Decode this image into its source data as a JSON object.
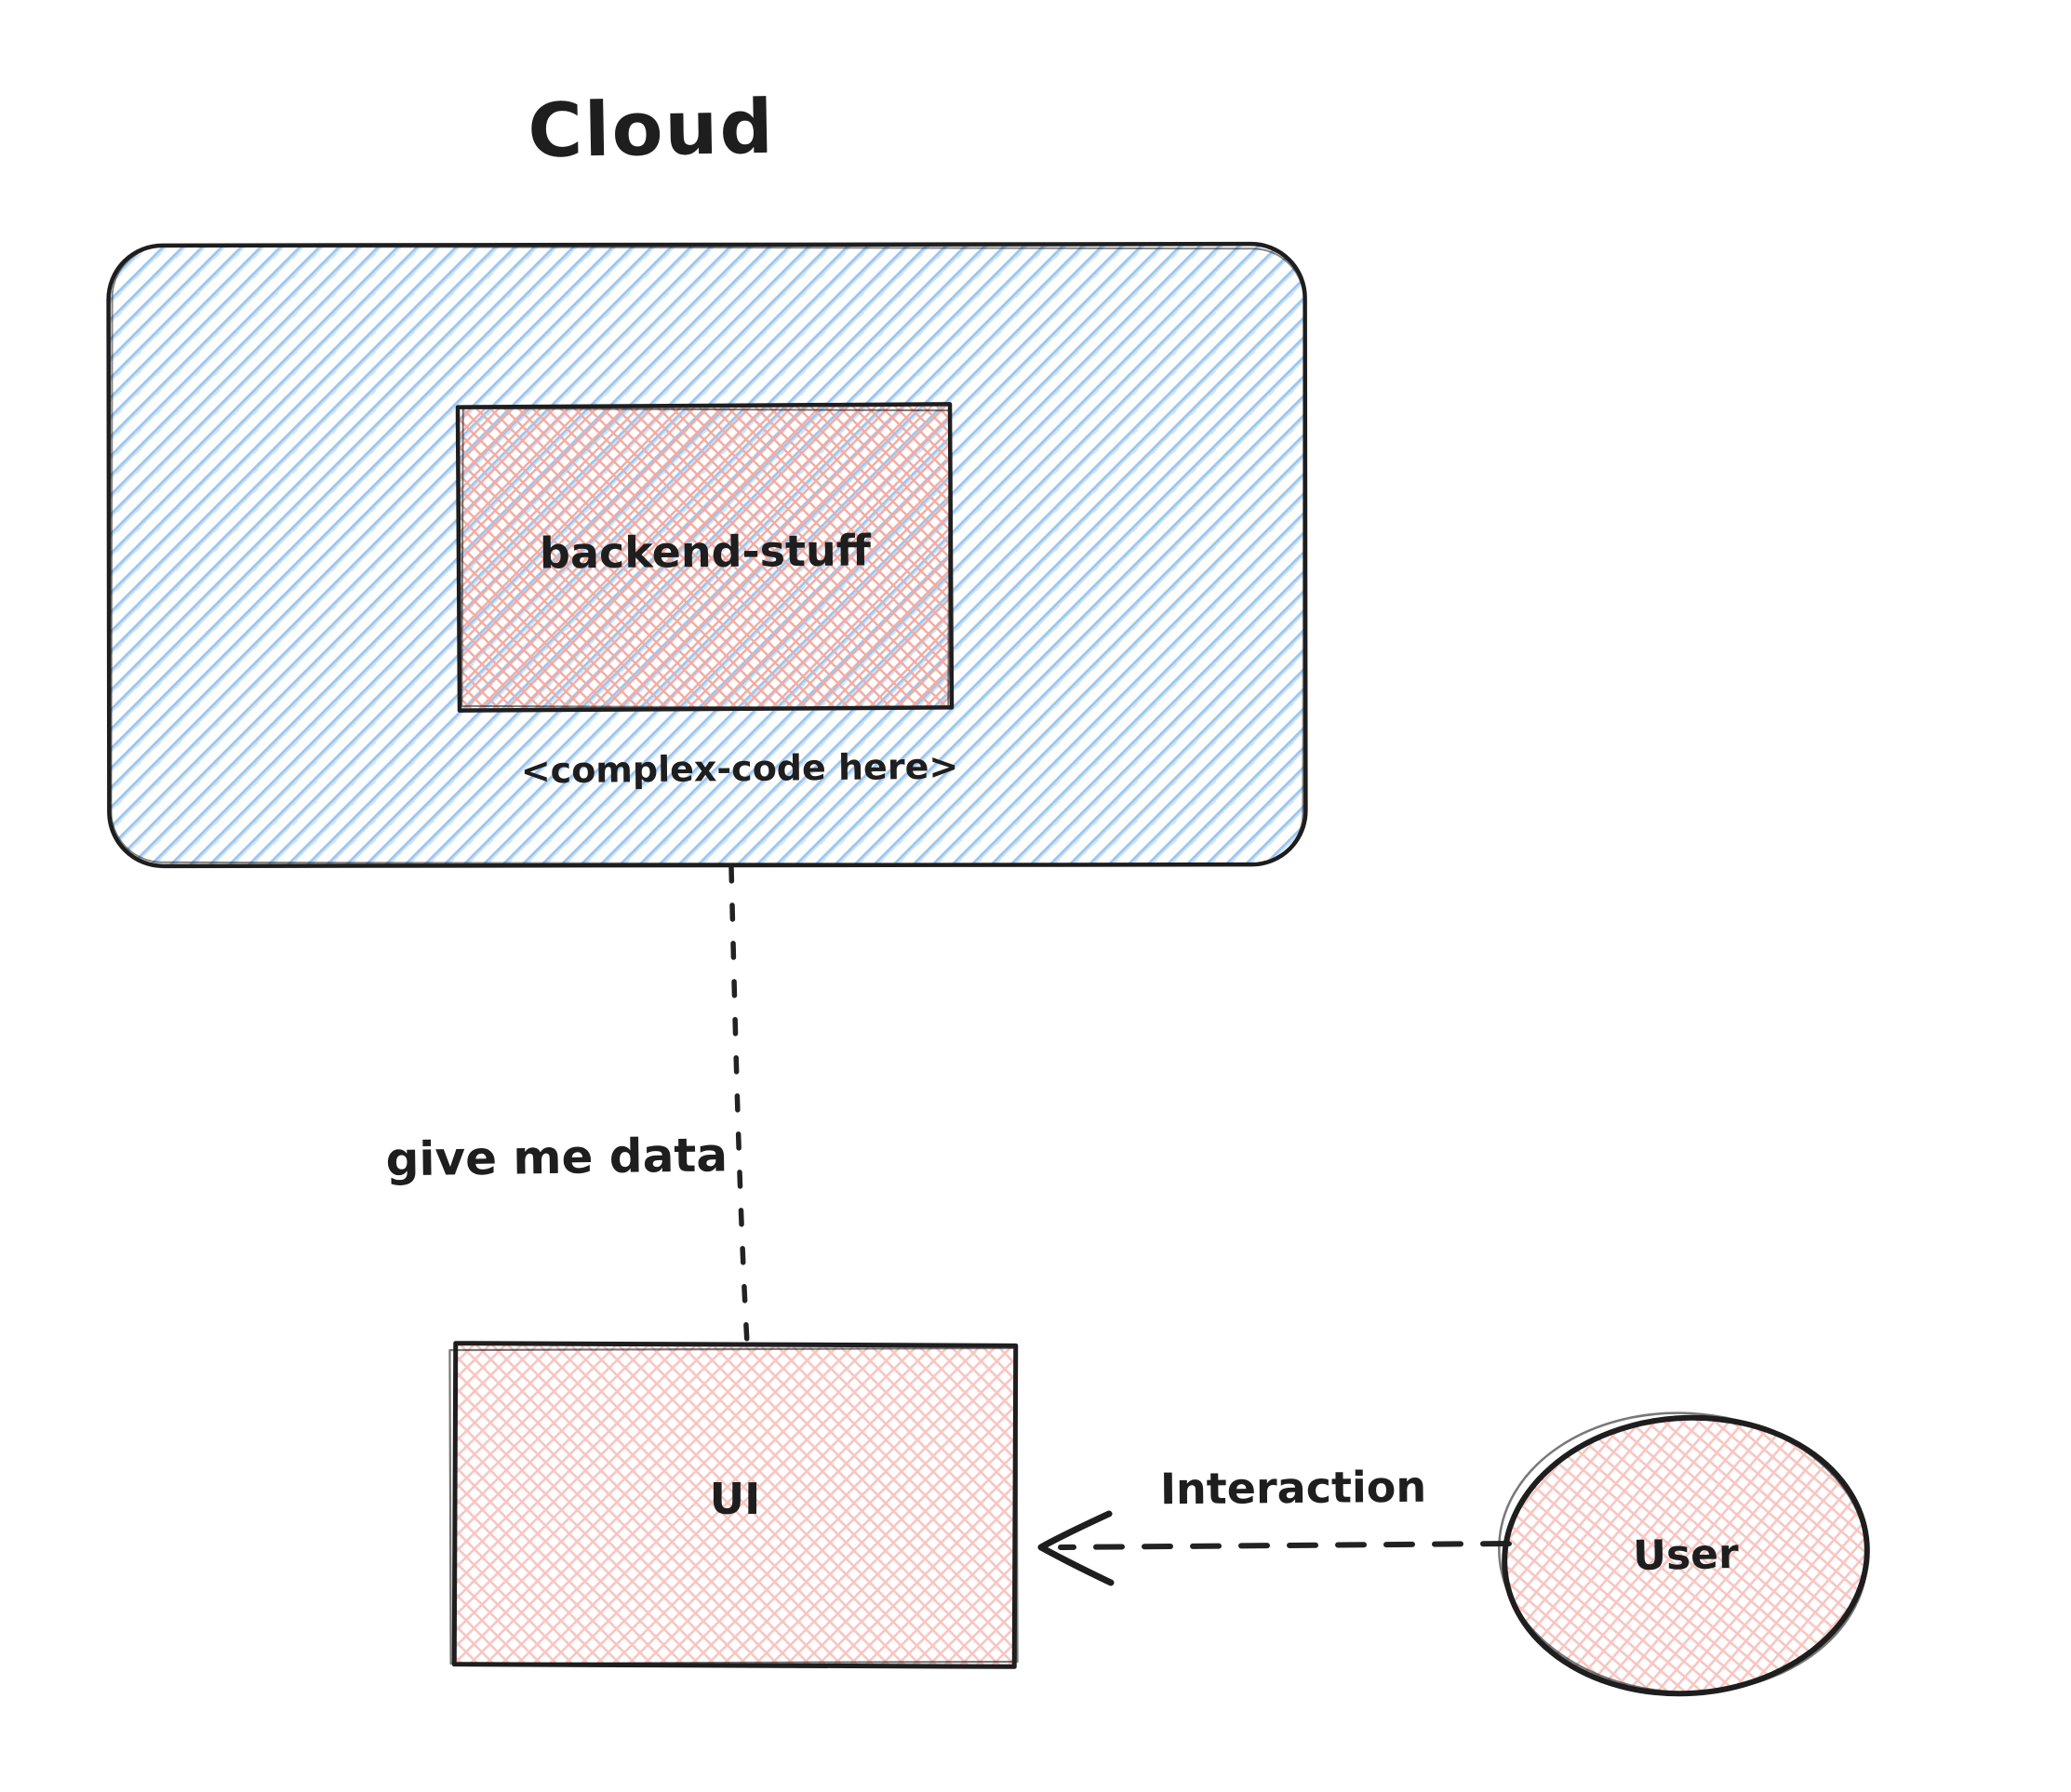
{
  "diagram": {
    "title": "Cloud",
    "nodes": {
      "backend": {
        "label": "backend-stuff"
      },
      "complex_code": {
        "label": "<complex-code here>"
      },
      "ui": {
        "label": "UI"
      },
      "user": {
        "label": "User"
      }
    },
    "edges": {
      "give_me_data": {
        "label": "give me data",
        "style": "dashed",
        "from": "cloud",
        "to": "ui"
      },
      "interaction": {
        "label": "Interaction",
        "style": "dashed-arrow",
        "from": "user",
        "to": "ui"
      }
    },
    "colors": {
      "stroke": "#1e1e1e",
      "blue_hatch": "#9cc6f0",
      "pink_hatch_dense": "#f2aba3",
      "pink_hatch_light": "#f8c6c1",
      "background": "#ffffff"
    }
  }
}
